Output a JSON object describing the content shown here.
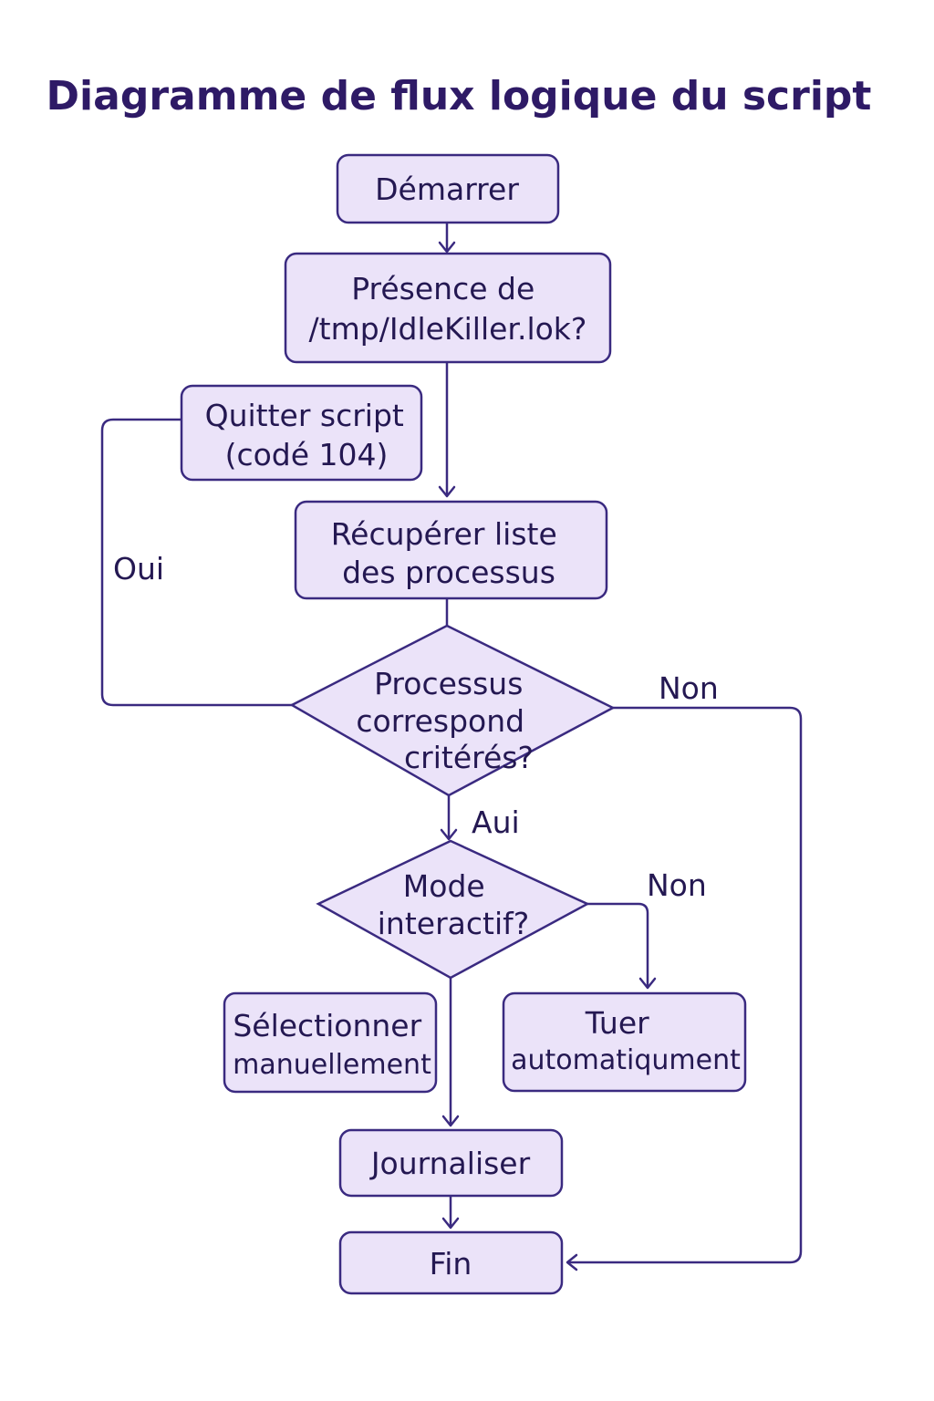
{
  "title": "Diagramme de flux logique du script",
  "nodes": {
    "start": {
      "lines": [
        "Démarrer"
      ]
    },
    "check_lock": {
      "lines": [
        "Présence de",
        "/tmp/IdleKiller.lok?"
      ]
    },
    "quit_script": {
      "lines": [
        "Quitter script",
        "(codé 104)"
      ]
    },
    "get_processes": {
      "lines": [
        "Récupérer liste",
        "des processus"
      ]
    },
    "process_match": {
      "lines": [
        "Processus",
        "correspond",
        "critérés?"
      ]
    },
    "interactive_mode": {
      "lines": [
        "Mode",
        "interactif?"
      ]
    },
    "select_manual": {
      "lines": [
        "Sélectionner",
        "manuellement"
      ]
    },
    "kill_auto": {
      "lines": [
        "Tuer",
        "automatiqument"
      ]
    },
    "log": {
      "lines": [
        "Journaliser"
      ]
    },
    "end": {
      "lines": [
        "Fin"
      ]
    }
  },
  "edge_labels": {
    "yes_loop": "Oui",
    "no_match": "Non",
    "yes_match": "Aui",
    "no_interactive": "Non"
  },
  "colors": {
    "node_fill": "#ebe3f9",
    "stroke": "#3a2a80",
    "text": "#241852",
    "title": "#2e1a66"
  }
}
